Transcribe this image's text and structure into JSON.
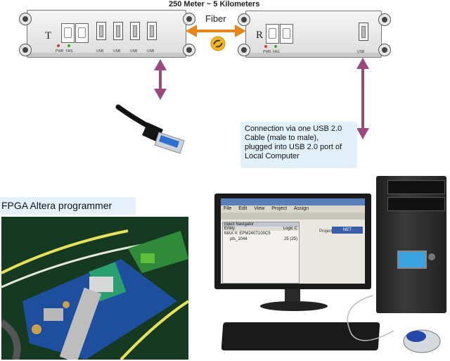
{
  "header": {
    "distance_text": "250 Meter ~ 5 Kilometers",
    "fiber_text": "Fiber"
  },
  "transmitter": {
    "letter": "T",
    "led_labels": [
      "PWR",
      "FAS"
    ],
    "usb_labels": [
      "USB",
      "USB",
      "USB",
      "USB"
    ]
  },
  "receiver": {
    "letter": "R",
    "led_labels": [
      "PWR",
      "FAS"
    ],
    "usb_label": "USB"
  },
  "connection_note": {
    "line1": "Connection via one USB 2.0",
    "line2": "Cable (male to male),",
    "line3": "plugged into USB 2.0 port of",
    "line4": "Local Computer"
  },
  "fpga": {
    "title": "FPGA Altera programmer"
  },
  "screen": {
    "menu": [
      "File",
      "Edit",
      "View",
      "Project",
      "Assign"
    ],
    "panel_title": "roject Navigator",
    "entity_header": "Entity",
    "col2": "Logic C",
    "row1": "MAX II: EPM240T100C5",
    "row2": "pts_1044",
    "row2_val": "25 (25)",
    "field_label": "Project",
    "field_value": "NET"
  },
  "colors": {
    "orange_arrow": "#e8861c",
    "purple_arrow": "#9a4a7e",
    "info_bg": "#e1f0fb",
    "fiber_badge": "#f3b51c"
  }
}
